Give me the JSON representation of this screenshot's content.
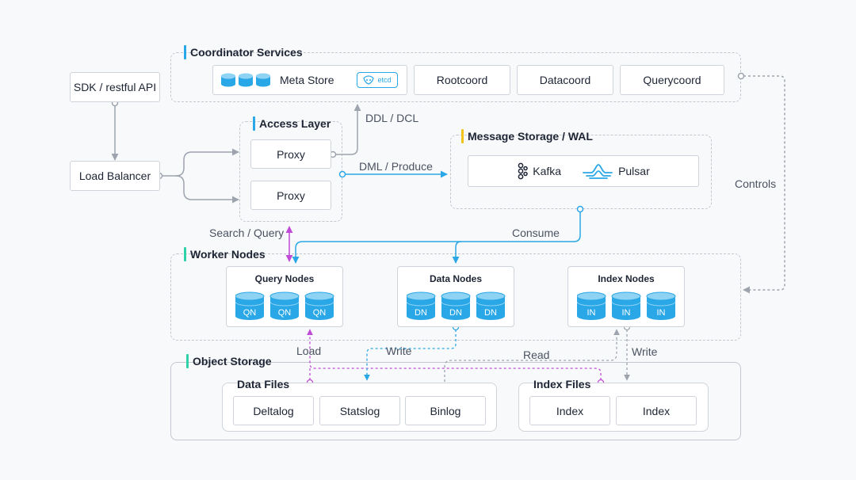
{
  "colors": {
    "line": "#9da4ae",
    "blue": "#2aa7e6",
    "purple": "#c04bd6",
    "wal_accent": "#f2c318",
    "worker_accent": "#2fd1a8",
    "object_accent": "#2fd1a8",
    "cylinder_fill": "#2aa7e6",
    "cylinder_top": "#8fd3f4"
  },
  "sdk": {
    "label": "SDK / restful API"
  },
  "load_balancer": {
    "label": "Load Balancer"
  },
  "coordinator": {
    "title": "Coordinator Services",
    "meta_store": "Meta Store",
    "etcd": "etcd",
    "rootcoord": "Rootcoord",
    "datacoord": "Datacoord",
    "querycoord": "Querycoord"
  },
  "access_layer": {
    "title": "Access Layer",
    "proxy1": "Proxy",
    "proxy2": "Proxy"
  },
  "message_storage": {
    "title": "Message Storage / WAL",
    "kafka": "Kafka",
    "pulsar": "Pulsar"
  },
  "worker_nodes": {
    "title": "Worker Nodes",
    "query": {
      "title": "Query Nodes",
      "items": [
        "QN",
        "QN",
        "QN"
      ]
    },
    "data": {
      "title": "Data Nodes",
      "items": [
        "DN",
        "DN",
        "DN"
      ]
    },
    "index": {
      "title": "Index Nodes",
      "items": [
        "IN",
        "IN",
        "IN"
      ]
    }
  },
  "object_storage": {
    "title": "Object Storage",
    "data_files": {
      "title": "Data Files",
      "items": [
        "Deltalog",
        "Statslog",
        "Binlog"
      ]
    },
    "index_files": {
      "title": "Index Files",
      "items": [
        "Index",
        "Index"
      ]
    }
  },
  "labels": {
    "ddl_dcl": "DDL / DCL",
    "dml_produce": "DML / Produce",
    "controls": "Controls",
    "search_query": "Search / Query",
    "consume": "Consume",
    "load": "Load",
    "write_data": "Write",
    "read": "Read",
    "write_index": "Write"
  }
}
